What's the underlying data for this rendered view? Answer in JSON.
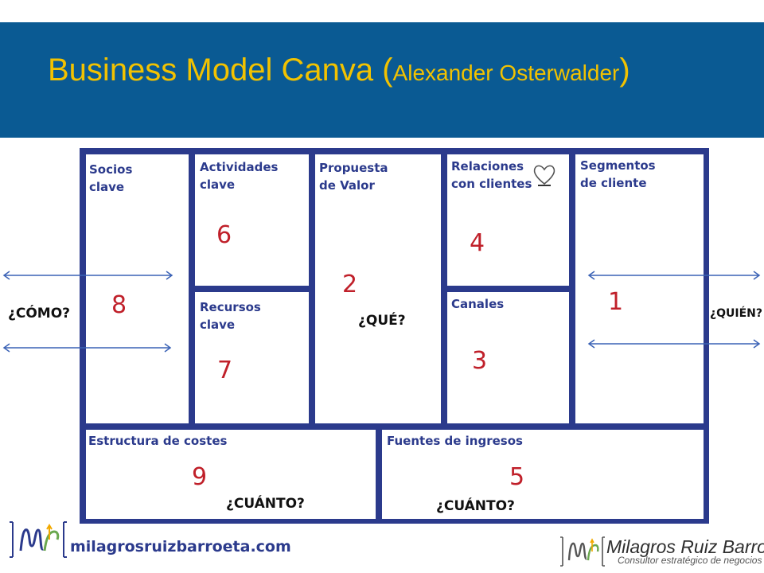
{
  "header": {
    "title_main": "Business Model Canva (",
    "title_sub": "Alexander  Osterwalder",
    "title_close": ")",
    "bg_color": "#0a5a93",
    "title_color": "#f2c200"
  },
  "blocks": {
    "socios": {
      "label": "Socios\nclave",
      "number": "8"
    },
    "actividades": {
      "label": "Actividades\nclave",
      "number": "6"
    },
    "recursos": {
      "label": "Recursos\nclave",
      "number": "7"
    },
    "propuesta": {
      "label": "Propuesta\nde Valor",
      "number": "2",
      "question": "¿QUÉ?"
    },
    "relaciones": {
      "label": "Relaciones\ncon clientes",
      "number": "4",
      "icon": "heart-icon"
    },
    "canales": {
      "label": "Canales",
      "number": "3"
    },
    "segmentos": {
      "label": "Segmentos\nde cliente",
      "number": "1"
    },
    "costes": {
      "label": "Estructura de costes",
      "number": "9",
      "question": "¿CUÁNTO?"
    },
    "ingresos": {
      "label": "Fuentes de ingresos",
      "number": "5",
      "question": "¿CUÁNTO?"
    }
  },
  "side": {
    "left_question": "¿CÓMO?",
    "right_question": "¿QUIÉN?"
  },
  "footer": {
    "url": "milagrosruizbarroeta.com",
    "brand_name": "Milagros Ruiz Barroeta",
    "brand_tagline": "Consultor estratégico de negocios"
  },
  "colors": {
    "frame": "#2b3a8c",
    "number": "#c0202a",
    "arrow": "#3a62b5"
  }
}
